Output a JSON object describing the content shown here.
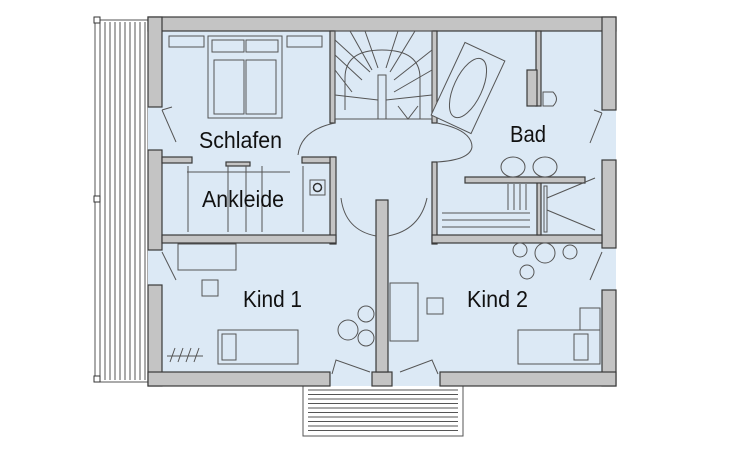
{
  "plan": {
    "rooms": [
      {
        "id": "schlafen",
        "label": "Schlafen"
      },
      {
        "id": "ankleide",
        "label": "Ankleide"
      },
      {
        "id": "bad",
        "label": "Bad"
      },
      {
        "id": "kind1",
        "label": "Kind 1"
      },
      {
        "id": "kind2",
        "label": "Kind 2"
      }
    ]
  },
  "colors": {
    "room_fill": "#dce9f5",
    "wall_fill": "#c4c4c4",
    "wall_outline": "#3a3a3a"
  }
}
